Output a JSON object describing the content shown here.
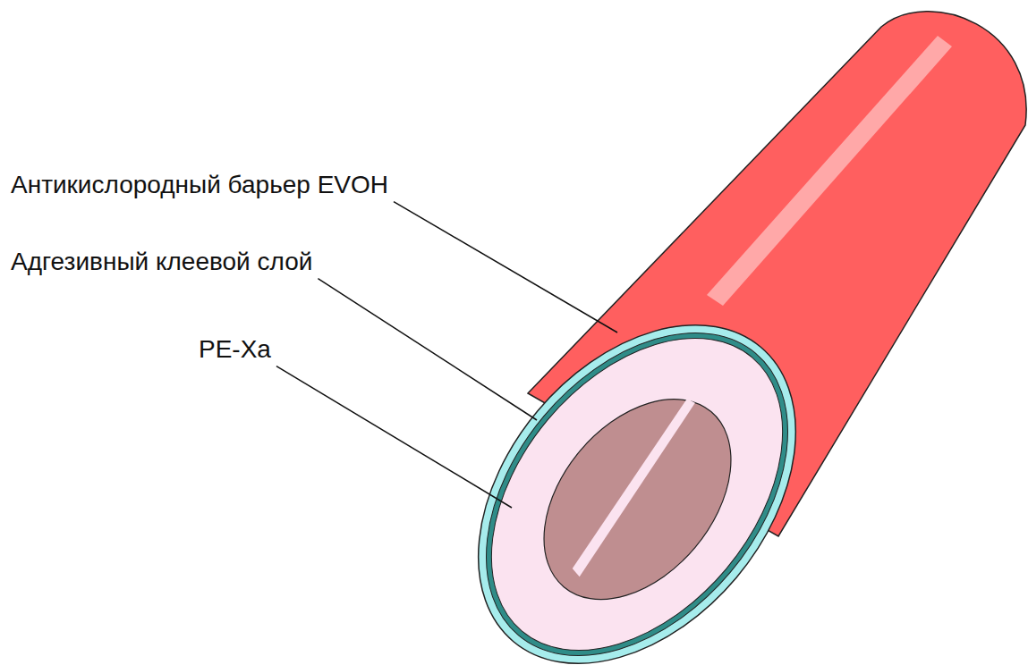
{
  "diagram": {
    "labels": [
      "Антикислородный барьер EVOH",
      "Адгезивный клеевой слой",
      "PE-Xa"
    ]
  }
}
